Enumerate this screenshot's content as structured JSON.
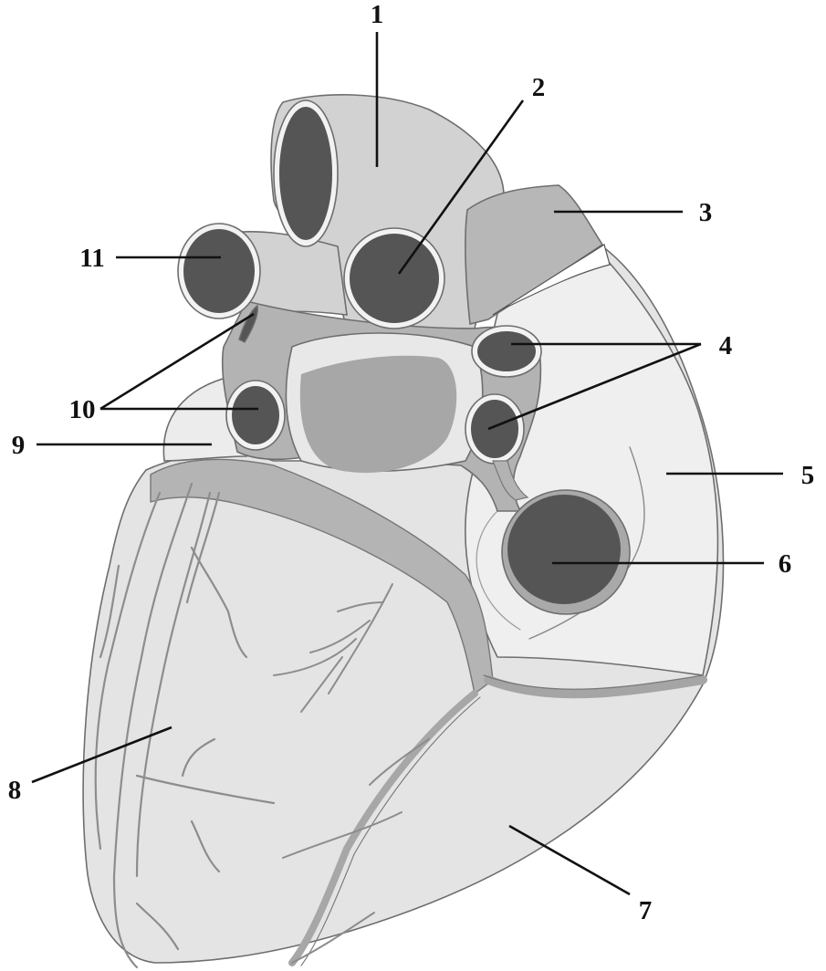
{
  "figure": {
    "labels": [
      {
        "id": "1",
        "text": "1"
      },
      {
        "id": "2",
        "text": "2"
      },
      {
        "id": "3",
        "text": "3"
      },
      {
        "id": "4",
        "text": "4"
      },
      {
        "id": "5",
        "text": "5"
      },
      {
        "id": "6",
        "text": "6"
      },
      {
        "id": "7",
        "text": "7"
      },
      {
        "id": "8",
        "text": "8"
      },
      {
        "id": "9",
        "text": "9"
      },
      {
        "id": "10",
        "text": "10"
      },
      {
        "id": "11",
        "text": "11"
      }
    ]
  },
  "colors": {
    "background": "#ffffff",
    "heart_light": "#e4e4e4",
    "atrium_light": "#ececec",
    "vessel_mid": "#bdbdbd",
    "atrium_dark": "#a9a9a9",
    "lumen_dark": "#555555",
    "coronary": "#a8a8a8",
    "outline": "#6e6e6e",
    "label_text": "#111111"
  }
}
